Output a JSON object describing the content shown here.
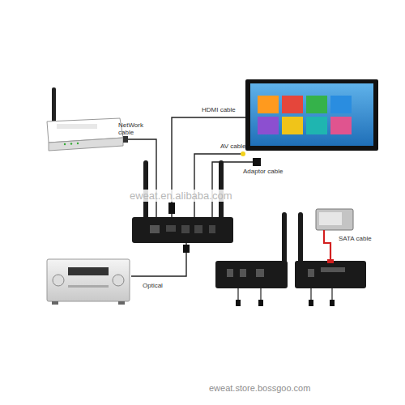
{
  "diagram": {
    "labels": [
      "HDMI cable",
      "NetWork cable",
      "AV cable",
      "Adaptor cable",
      "eweat.en.alibaba.com",
      "SATA cable",
      "Optical",
      "eweat.store.bossgoo.com"
    ]
  }
}
